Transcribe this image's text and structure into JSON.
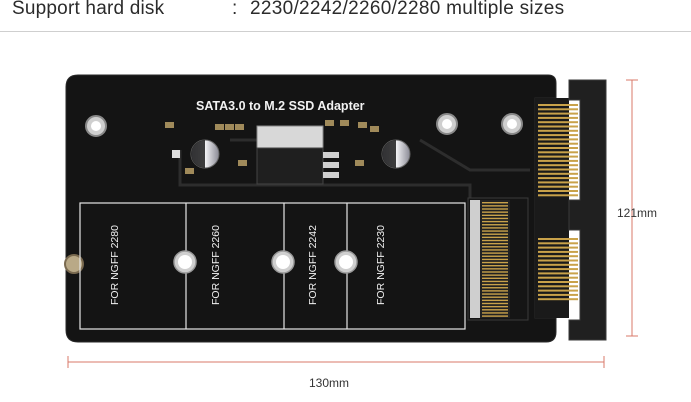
{
  "spec": {
    "label": "Support hard disk",
    "separator": ":",
    "value": "2230/2242/2260/2280 multiple sizes"
  },
  "board": {
    "title": "SATA3.0 to M.2 SSD Adapter",
    "slots": [
      {
        "label": "FOR NGFF 2280"
      },
      {
        "label": "FOR NGFF 2260"
      },
      {
        "label": "FOR NGFF 2242"
      },
      {
        "label": "FOR NGFF 2230"
      }
    ]
  },
  "dimensions": {
    "width": "130mm",
    "height": "121mm"
  },
  "colors": {
    "pcb": "#141414",
    "silkscreen": "#f2f2f2",
    "gold": "#c9a24a",
    "dimension_line": "#d9786a"
  }
}
